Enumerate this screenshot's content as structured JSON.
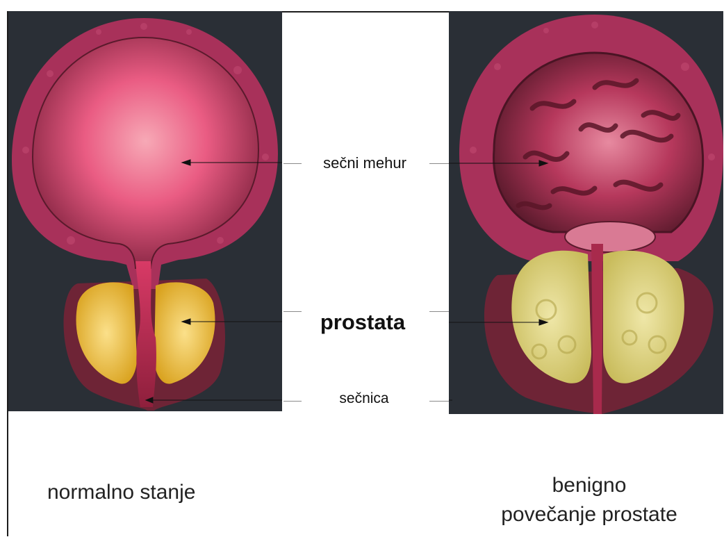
{
  "labels": {
    "bladder": "sečni mehur",
    "prostate": "prostata",
    "urethra": "sečnica",
    "normal": "normalno stanje",
    "bph_line1": "benigno",
    "bph_line2": "povečanje prostate"
  },
  "colors": {
    "background": "#2a2f36",
    "bladder_wall": "#a8315a",
    "bladder_lumen": "#e2537b",
    "prostate": "#e5b937",
    "prostate_enlarged": "#d9cf7a",
    "capsule": "#6e2436"
  }
}
